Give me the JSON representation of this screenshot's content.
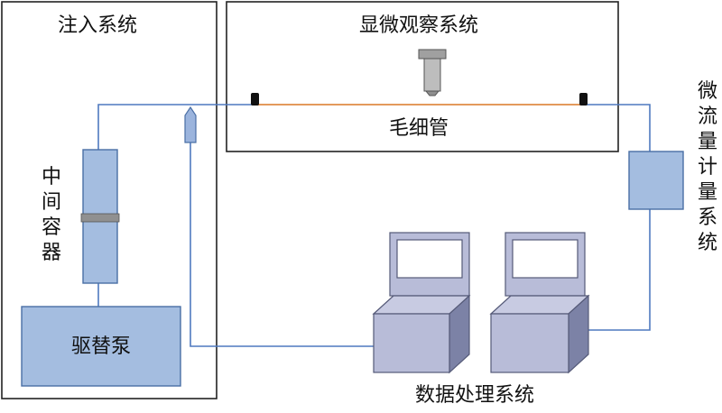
{
  "labels": {
    "injection_system": "注入系统",
    "microscope_system": "显微观察系统",
    "capillary": "毛细管",
    "intermediate_container": "中间容器",
    "displacement_pump": "驱替泵",
    "micro_flow_metering_system": "微流量计量系统",
    "data_processing_system": "数据处理系统"
  },
  "colors": {
    "box_fill": "#a4bde0",
    "box_stroke": "#4a6fa5",
    "pipe": "#4f79bf",
    "capillary_line": "#e39a5c",
    "frame": "#222222",
    "gray_part": "#909090",
    "monitor_front": "#b8bcd8",
    "monitor_side": "#7c82a6"
  }
}
